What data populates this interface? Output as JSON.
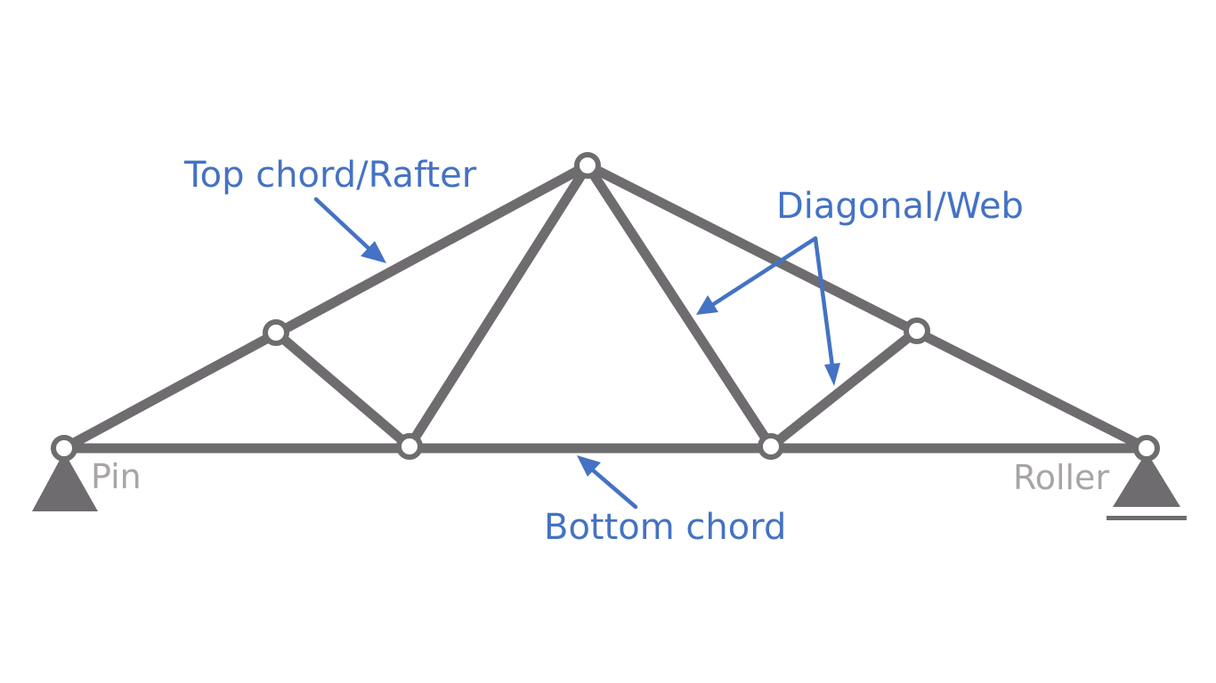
{
  "labels": {
    "top_chord": "Top chord/Rafter",
    "diagonal": "Diagonal/Web",
    "bottom_chord": "Bottom chord",
    "pin": "Pin",
    "roller": "Roller"
  },
  "colors": {
    "member": "#6e6c6e",
    "annotation": "#4472c4",
    "support_label": "#a8a4a8",
    "background": "#ffffff"
  }
}
